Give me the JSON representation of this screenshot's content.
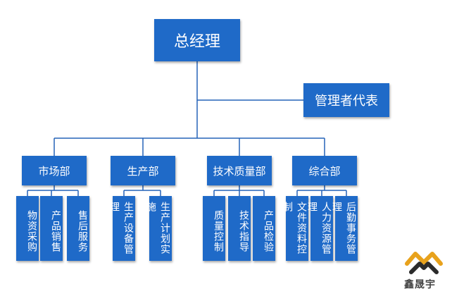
{
  "ceo": "总经理",
  "representative": "管理者代表",
  "departments": [
    {
      "name": "市场部",
      "subs": [
        "物资采购",
        "产品销售",
        "售后服务"
      ]
    },
    {
      "name": "生产部",
      "subs": [
        "生产设备管理",
        "生产计划实施"
      ]
    },
    {
      "name": "技术质量部",
      "subs": [
        "质量控制",
        "技术指导",
        "产品检验"
      ]
    },
    {
      "name": "综合部",
      "subs": [
        "文件资料控制",
        "人力资源管理",
        "后勤事务管理"
      ]
    }
  ],
  "logo": {
    "text": "鑫晟宇",
    "colors": [
      "#e8a21c",
      "#2b2b2b"
    ]
  }
}
